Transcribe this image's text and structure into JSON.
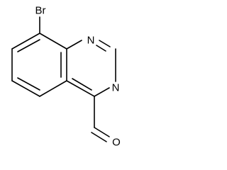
{
  "structure": {
    "atoms": {
      "bromine": "Br",
      "nitrogen_1": "N",
      "nitrogen_3": "N",
      "oxygen": "O"
    }
  },
  "colors": {
    "bond": "#000000",
    "background": "#ffffff"
  }
}
